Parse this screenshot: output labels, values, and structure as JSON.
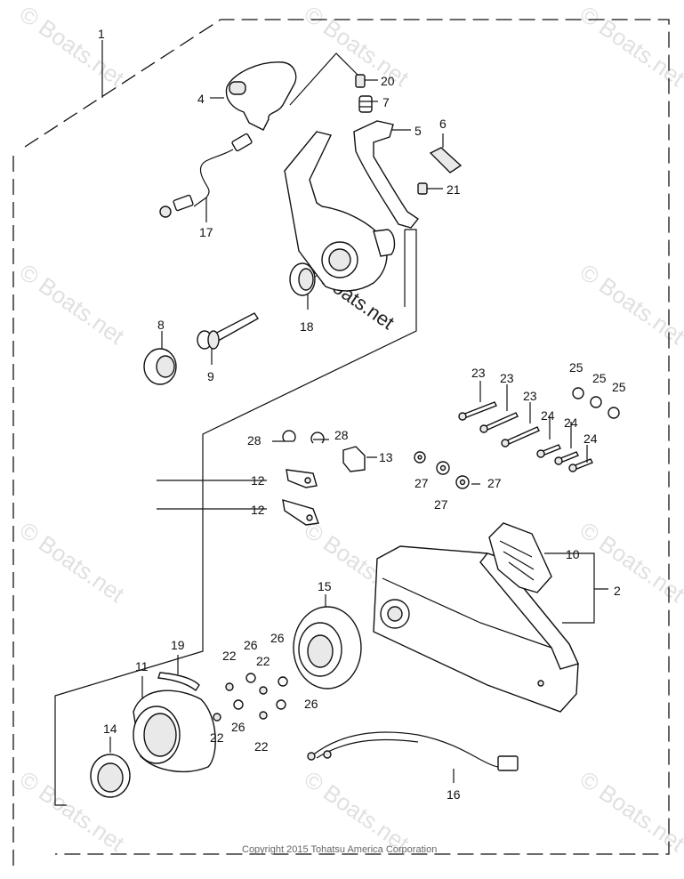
{
  "diagram": {
    "callouts": {
      "c1": "1",
      "c2": "2",
      "c4": "4",
      "c5": "5",
      "c6": "6",
      "c7": "7",
      "c8": "8",
      "c9": "9",
      "c10": "10",
      "c11": "11",
      "c12a": "12",
      "c12b": "12",
      "c13": "13",
      "c14": "14",
      "c15": "15",
      "c16": "16",
      "c17": "17",
      "c18": "18",
      "c19": "19",
      "c20": "20",
      "c21": "21",
      "c22a": "22",
      "c22b": "22",
      "c22c": "22",
      "c22d": "22",
      "c23a": "23",
      "c23b": "23",
      "c23c": "23",
      "c24a": "24",
      "c24b": "24",
      "c24c": "24",
      "c25a": "25",
      "c25b": "25",
      "c25c": "25",
      "c26a": "26",
      "c26b": "26",
      "c26c": "26",
      "c26d": "26",
      "c27a": "27",
      "c27b": "27",
      "c27c": "27",
      "c28a": "28",
      "c28b": "28"
    },
    "watermark": "© Boats.net",
    "copyright": "Copyright 2015 Tohatsu America Corporation"
  }
}
